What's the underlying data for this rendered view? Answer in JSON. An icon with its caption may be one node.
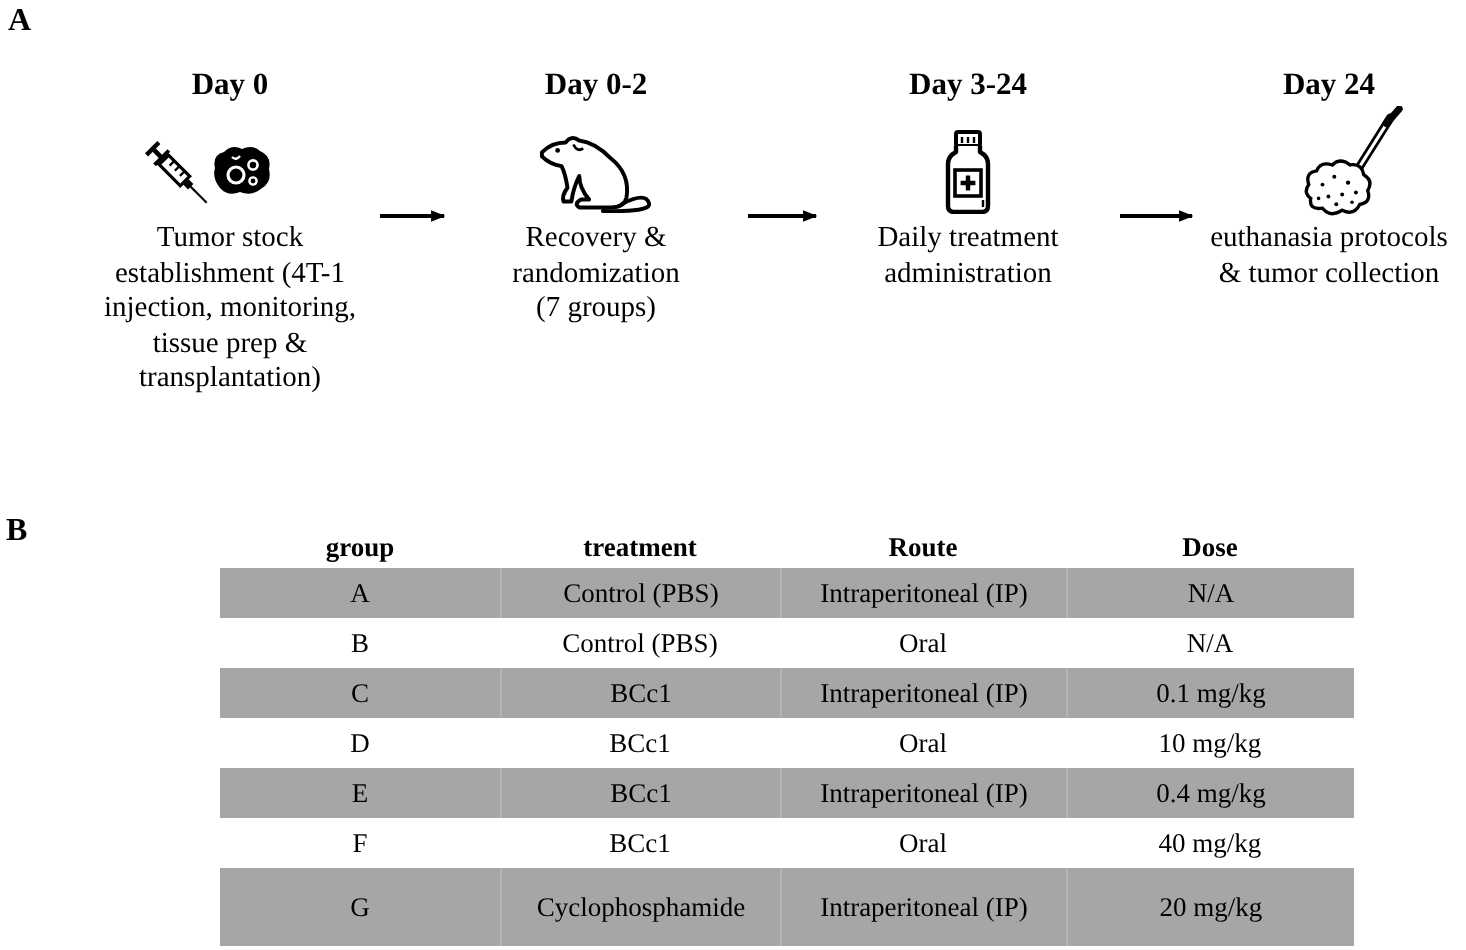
{
  "diagram": {
    "nodes": [
      {
        "text": [
          "Day 0",
          "Tumor stock establishment (4T-1 injection, monitoring, tissue prep & transplantation)"
        ]
      },
      {
        "text": [
          "Day 0-2",
          "Recovery & randomization (7 groups)"
        ]
      },
      {
        "text": [
          "Day 3-24",
          "Daily treatment administration"
        ]
      },
      {
        "text": [
          "Day 24",
          "euthanasia protocols & tumor collection"
        ]
      }
    ],
    "edges": [
      {
        "from": 0,
        "to": 1,
        "arrow": "to"
      },
      {
        "from": 1,
        "to": 2,
        "arrow": "to"
      },
      {
        "from": 2,
        "to": 3,
        "arrow": "to"
      }
    ],
    "labels": [
      "A",
      "B",
      "group",
      "treatment",
      "Route",
      "Dose",
      "A",
      "Control (PBS)",
      "Intraperitoneal (IP)",
      "N/A",
      "B",
      "Control (PBS)",
      "Oral",
      "N/A",
      "C",
      "BCc1",
      "Intraperitoneal (IP)",
      "0.1 mg/kg",
      "D",
      "BCc1",
      "Oral",
      "10 mg/kg",
      "E",
      "BCc1",
      "Intraperitoneal (IP)",
      "0.4 mg/kg",
      "F",
      "BCc1",
      "Oral",
      "40 mg/kg",
      "G",
      "Cyclophosphamide",
      "Intraperitoneal (IP)",
      "20 mg/kg"
    ]
  }
}
